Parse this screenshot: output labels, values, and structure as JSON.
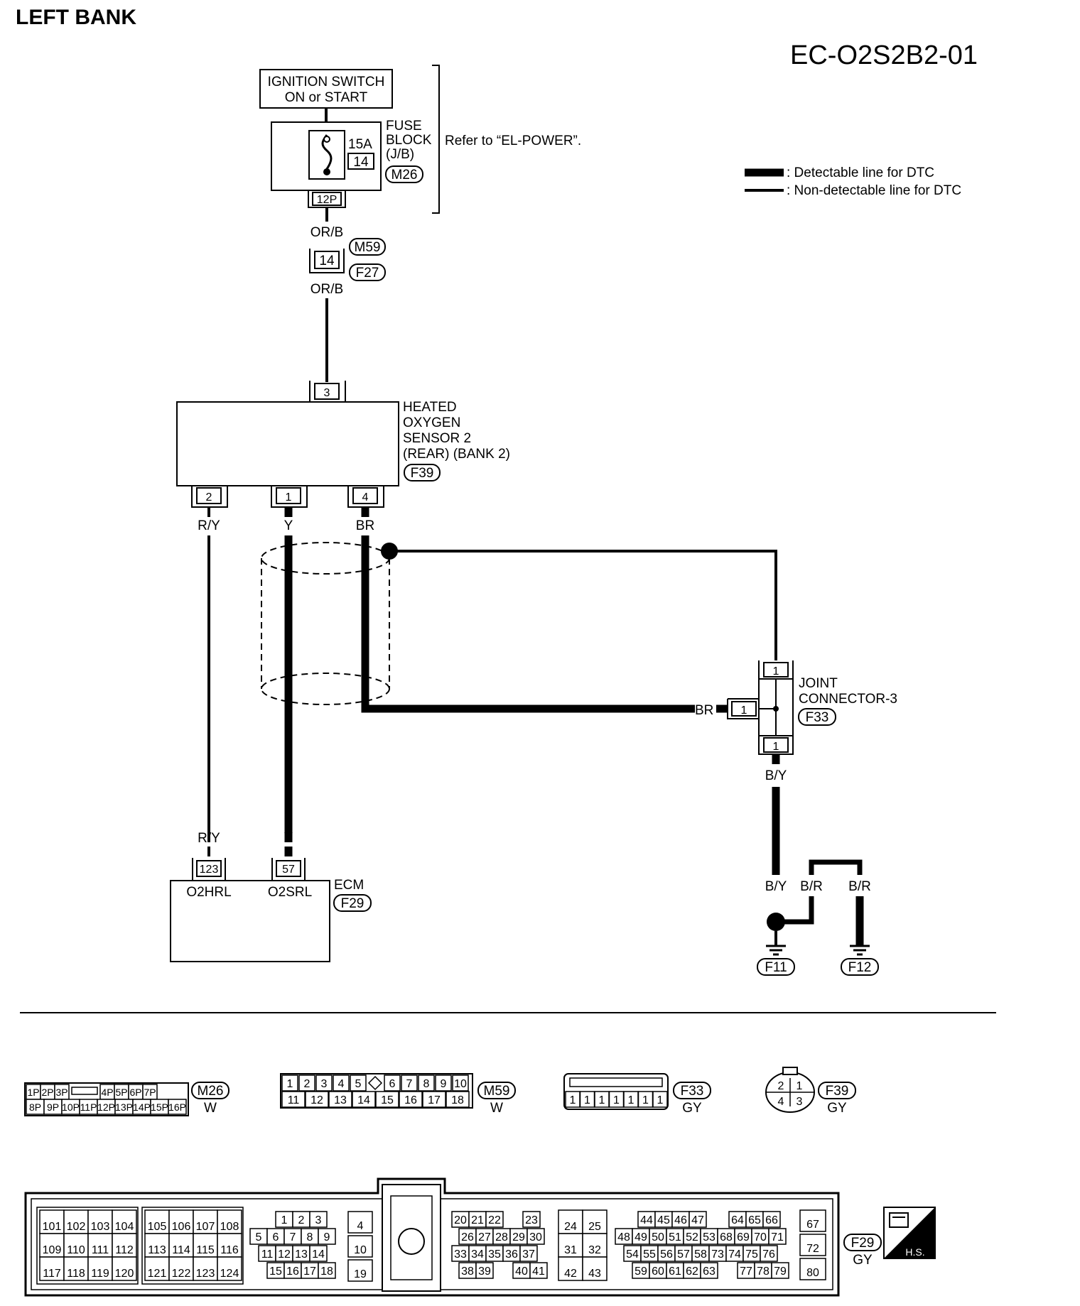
{
  "header": {
    "section": "LEFT BANK",
    "code": "EC-O2S2B2-01"
  },
  "legend": {
    "detectable": ": Detectable line for DTC",
    "non_detectable": ": Non-detectable line for DTC"
  },
  "ignition": {
    "line1": "IGNITION SWITCH",
    "line2": "ON or START"
  },
  "fuse": {
    "amp": "15A",
    "num": "14",
    "lbl1": "FUSE",
    "lbl2": "BLOCK",
    "lbl3": "(J/B)",
    "conn": "M26",
    "pin": "12P",
    "note": "Refer to “EL-POWER”."
  },
  "wires": {
    "orb_top": "OR/B",
    "orb_bot": "OR/B",
    "ry_top": "R/Y",
    "ry_bot": "R/Y",
    "y_top": "Y",
    "y_bot": "Y",
    "br": "BR",
    "br_joint": "BR",
    "by_top": "B/Y",
    "by_bot": "B/Y",
    "br_g1": "B/R",
    "br_g2": "B/R"
  },
  "harness": {
    "pin": "14",
    "conn1": "M59",
    "conn2": "F27"
  },
  "sensor": {
    "pin_top": "3",
    "l1": "HEATED",
    "l2": "OXYGEN",
    "l3": "SENSOR 2",
    "l4": "(REAR) (BANK 2)",
    "conn": "F39",
    "pin_a": "2",
    "pin_b": "1",
    "pin_c": "4"
  },
  "joint": {
    "l1": "JOINT",
    "l2": "CONNECTOR-3",
    "conn": "F33",
    "pin_top": "1",
    "pin_left": "1",
    "pin_bot": "1"
  },
  "ecm": {
    "label": "ECM",
    "conn": "F29",
    "pin1": "123",
    "pin2": "57",
    "term1": "O2HRL",
    "term2": "O2SRL"
  },
  "grounds": {
    "g1": "F11",
    "g2": "F12"
  },
  "connectors": {
    "m26": {
      "id": "M26",
      "color": "W",
      "row1": [
        "1P",
        "2P",
        "3P",
        "",
        "4P",
        "5P",
        "6P",
        "7P"
      ],
      "row2": [
        "8P",
        "9P",
        "10P",
        "11P",
        "12P",
        "13P",
        "14P",
        "15P",
        "16P"
      ]
    },
    "m59": {
      "id": "M59",
      "color": "W",
      "row1": [
        "1",
        "2",
        "3",
        "4",
        "5",
        "",
        "6",
        "7",
        "8",
        "9",
        "10"
      ],
      "row2": [
        "11",
        "12",
        "13",
        "14",
        "15",
        "16",
        "17",
        "18"
      ]
    },
    "f33": {
      "id": "F33",
      "color": "GY",
      "row1": [
        "1",
        "1",
        "1",
        "1",
        "1",
        "1",
        "1"
      ]
    },
    "f39": {
      "id": "F39",
      "color": "GY",
      "pins": [
        "2",
        "1",
        "4",
        "3"
      ]
    },
    "f29": {
      "id": "F29",
      "color": "GY",
      "g1": [
        [
          "101",
          "102",
          "103",
          "104"
        ],
        [
          "109",
          "110",
          "111",
          "112"
        ],
        [
          "117",
          "118",
          "119",
          "120"
        ]
      ],
      "g2": [
        [
          "105",
          "106",
          "107",
          "108"
        ],
        [
          "113",
          "114",
          "115",
          "116"
        ],
        [
          "121",
          "122",
          "123",
          "124"
        ]
      ],
      "g3r1": [
        "1",
        "2",
        "3"
      ],
      "g3r2": [
        "5",
        "6",
        "7",
        "8",
        "9"
      ],
      "g3r3": [
        "11",
        "12",
        "13",
        "14"
      ],
      "g3r4": [
        "15",
        "16",
        "17",
        "18"
      ],
      "g4": [
        "4",
        "10",
        "19"
      ],
      "g5r1": [
        "20",
        "21",
        "22",
        "23"
      ],
      "g5r2": [
        "26",
        "27",
        "28",
        "29",
        "30"
      ],
      "g5r3": [
        "33",
        "34",
        "35",
        "36",
        "37"
      ],
      "g5r4": [
        "38",
        "39",
        "40",
        "41"
      ],
      "g6": [
        [
          "24",
          "25"
        ],
        [
          "31",
          "32"
        ],
        [
          "42",
          "43"
        ]
      ],
      "g7r1": [
        "44",
        "45",
        "46",
        "47",
        "64",
        "65",
        "66"
      ],
      "g7r2": [
        "48",
        "49",
        "50",
        "51",
        "52",
        "53",
        "68",
        "69",
        "70",
        "71"
      ],
      "g7r3": [
        "54",
        "55",
        "56",
        "57",
        "58",
        "73",
        "74",
        "75",
        "76"
      ],
      "g7r4": [
        "59",
        "60",
        "61",
        "62",
        "63",
        "77",
        "78",
        "79"
      ],
      "g8": [
        "67",
        "72",
        "80"
      ]
    },
    "hs": "H.S."
  }
}
